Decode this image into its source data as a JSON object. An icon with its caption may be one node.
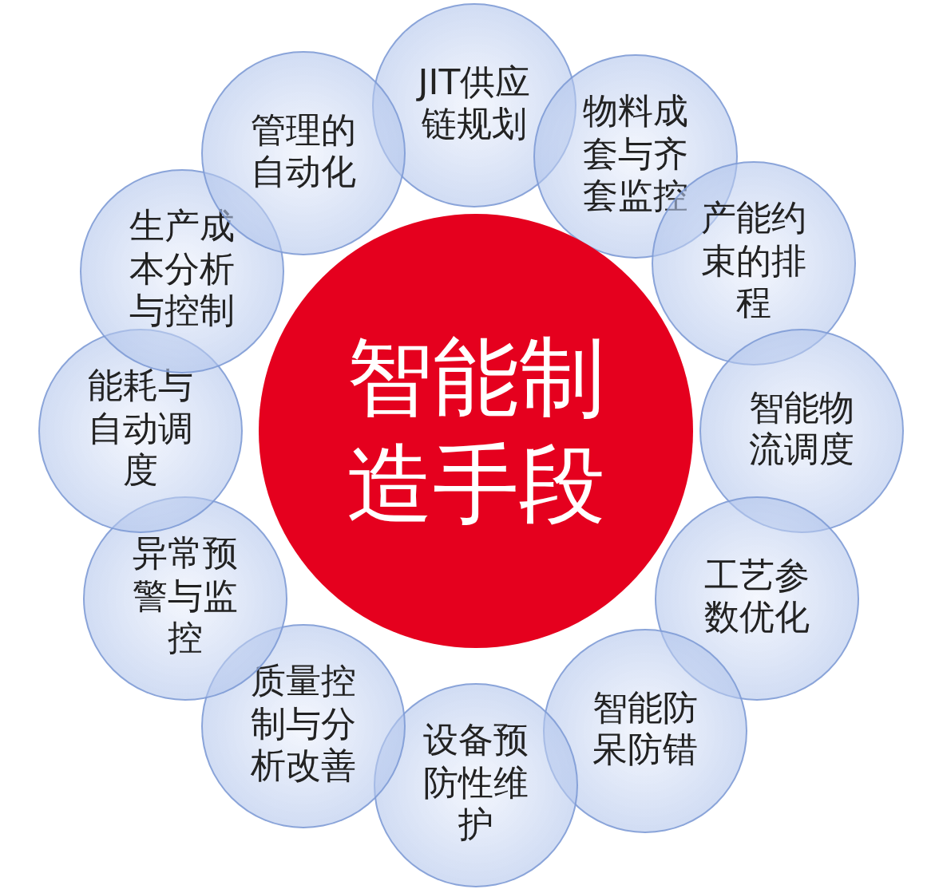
{
  "diagram": {
    "nodes": [
      {
        "text": [
          "智能制造手段"
        ]
      },
      {
        "text": [
          "JIT供应链规划"
        ]
      },
      {
        "text": [
          "物料成套与齐套监控"
        ]
      },
      {
        "text": [
          "产能约束的排程"
        ]
      },
      {
        "text": [
          "智能物流调度"
        ]
      },
      {
        "text": [
          "工艺参数优化"
        ]
      },
      {
        "text": [
          "智能防呆防错"
        ]
      },
      {
        "text": [
          "设备预防性维护"
        ]
      },
      {
        "text": [
          "质量控制与分析改善"
        ]
      },
      {
        "text": [
          "异常预警与监控"
        ]
      },
      {
        "text": [
          "能耗与自动调度"
        ]
      },
      {
        "text": [
          "生产成本分析与控制"
        ]
      },
      {
        "text": [
          "管理的自动化"
        ]
      }
    ]
  }
}
